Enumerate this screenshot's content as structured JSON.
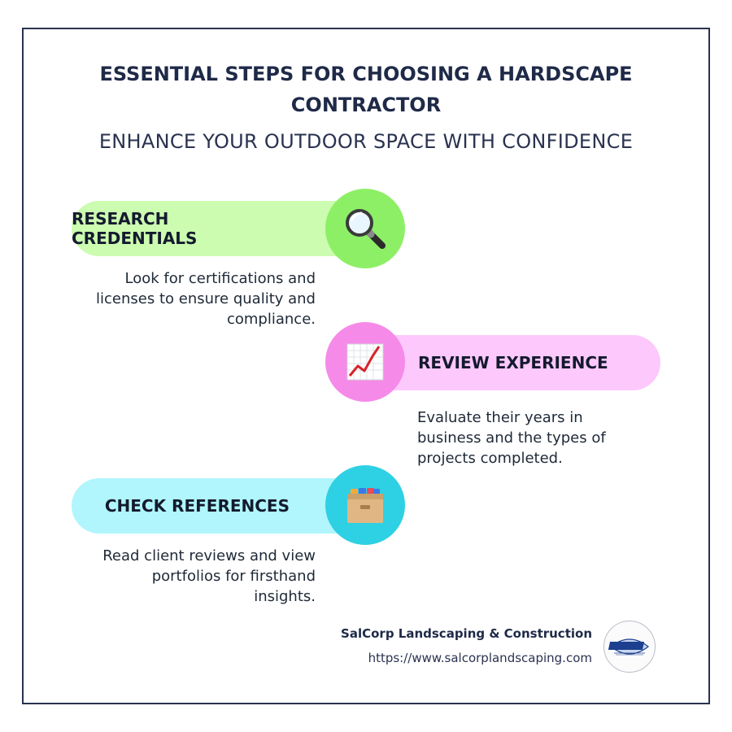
{
  "header": {
    "title_line1": "ESSENTIAL STEPS FOR CHOOSING A HARDSCAPE",
    "title_line2": "CONTRACTOR",
    "subtitle": "ENHANCE YOUR OUTDOOR SPACE WITH CONFIDENCE"
  },
  "steps": [
    {
      "label": "RESEARCH CREDENTIALS",
      "icon": "magnifying-glass-icon",
      "pill_color": "#ccfcb0",
      "circle_color": "#8def66",
      "desc_line1": "Look for certifications and",
      "desc_line2": "licenses to ensure quality and",
      "desc_line3": "compliance."
    },
    {
      "label": "REVIEW EXPERIENCE",
      "icon": "chart-increasing-icon",
      "pill_color": "#fdc8fc",
      "circle_color": "#f58ae8",
      "desc_line1": "Evaluate their years in",
      "desc_line2": "business and the types of",
      "desc_line3": "projects completed."
    },
    {
      "label": "CHECK REFERENCES",
      "icon": "card-file-box-icon",
      "pill_color": "#b0f6fc",
      "circle_color": "#2ed0e4",
      "desc_line1": "Read client reviews and view",
      "desc_line2": "portfolios for firsthand",
      "desc_line3": "insights."
    }
  ],
  "footer": {
    "company": "SalCorp Landscaping & Construction",
    "url": "https://www.salcorplandscaping.com",
    "logo_icon": "salcorp-logo-icon"
  }
}
